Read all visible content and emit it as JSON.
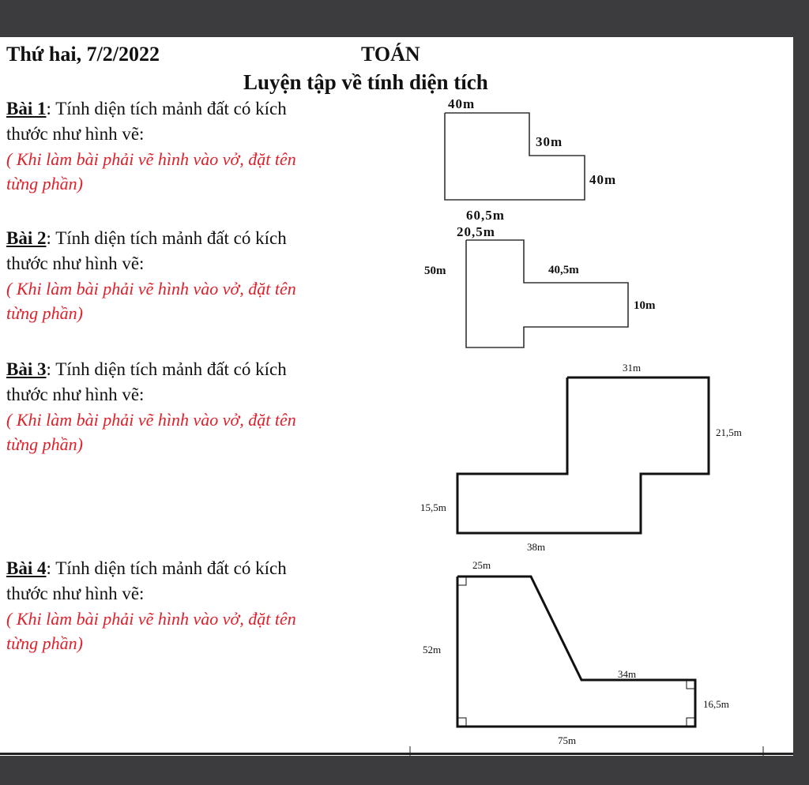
{
  "header": {
    "date": "Thứ hai, 7/2/2022",
    "subject": "TOÁN",
    "title": "Luyện tập về tính diện tích"
  },
  "exercises": [
    {
      "label": "Bài 1",
      "text": ": Tính diện tích mảnh đất có kích",
      "text2": "thước như hình vẽ:",
      "note1": "( Khi làm bài phải vẽ hình vào vở, đặt tên",
      "note2": "từng phần)",
      "figure": {
        "top": "40m",
        "right_upper": "30m",
        "right_lower": "40m",
        "bottom": "60,5m"
      }
    },
    {
      "label": "Bài 2",
      "text": ": Tính diện tích mảnh đất có kích",
      "text2": "thước như hình vẽ:",
      "note1": "( Khi làm bài phải vẽ hình vào vở, đặt tên",
      "note2": "từng phần)",
      "figure": {
        "top": "20,5m",
        "left": "50m",
        "arm_top": "40,5m",
        "arm_right": "10m"
      }
    },
    {
      "label": "Bài 3",
      "text": ": Tính diện tích mảnh đất có kích",
      "text2": "thước như hình vẽ:",
      "note1": "( Khi làm bài phải vẽ hình vào vở, đặt tên",
      "note2": "từng phần)",
      "figure": {
        "top": "31m",
        "right": "21,5m",
        "left": "15,5m",
        "bottom": "38m"
      }
    },
    {
      "label": "Bài 4",
      "text": ": Tính diện tích mảnh đất có kích",
      "text2": "thước như hình vẽ:",
      "note1": "( Khi làm bài phải vẽ hình vào vở, đặt tên",
      "note2": "từng phần)",
      "figure": {
        "top": "25m",
        "left": "52m",
        "step": "34m",
        "right": "16,5m",
        "bottom": "75m"
      }
    }
  ],
  "colors": {
    "note": "#e0202a",
    "background": "#3c3c3e",
    "page": "#ffffff"
  }
}
